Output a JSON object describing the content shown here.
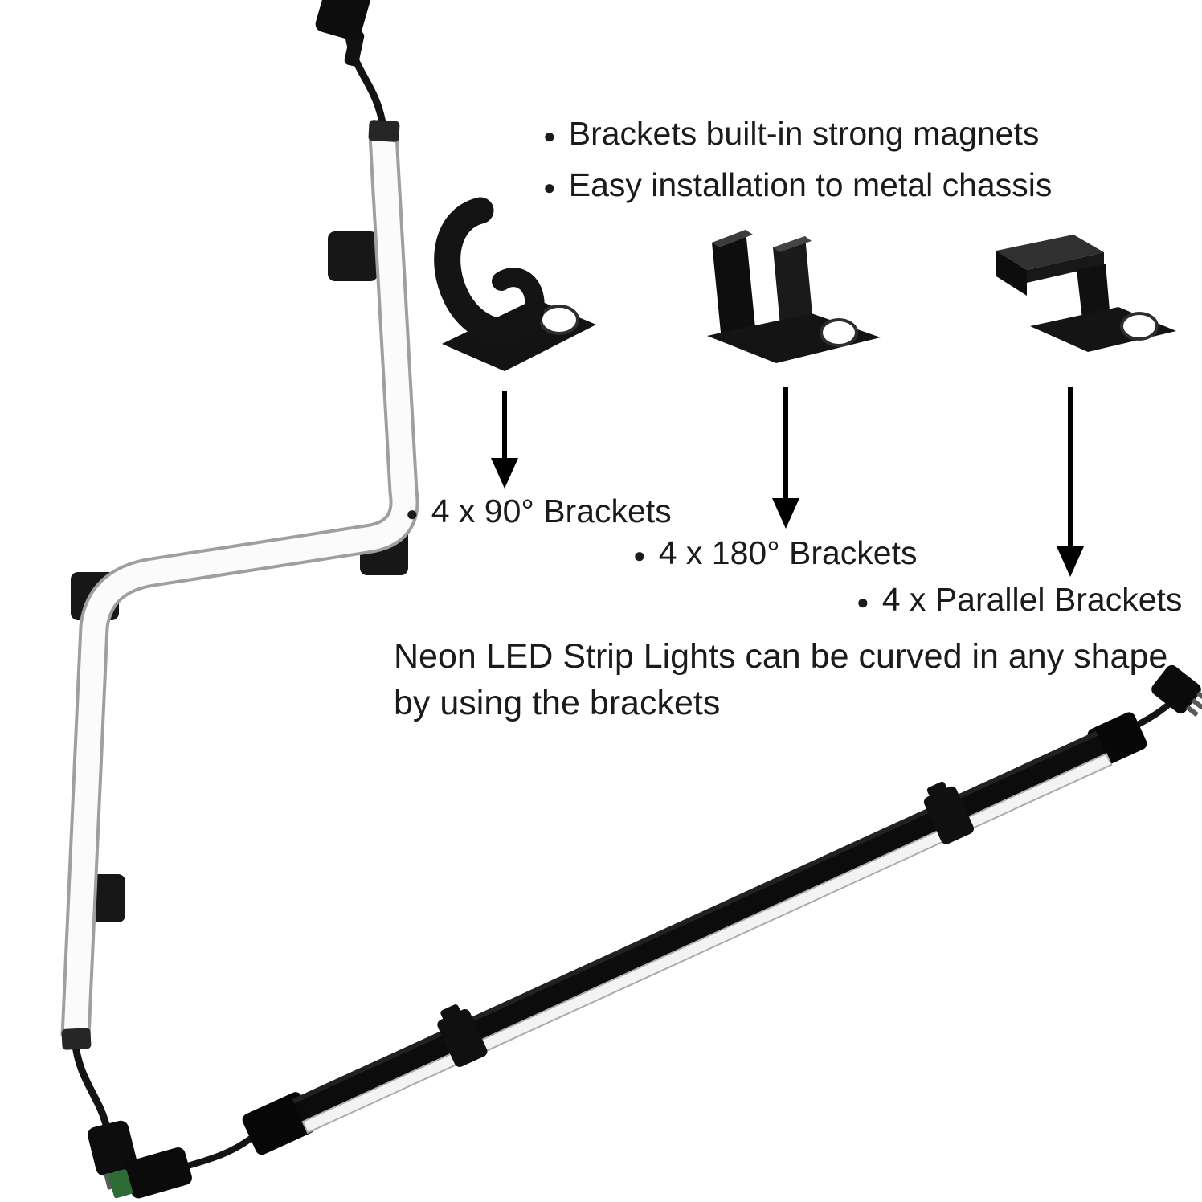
{
  "features": [
    {
      "label": "Brackets built-in strong magnets"
    },
    {
      "label": "Easy installation to metal chassis"
    }
  ],
  "brackets": [
    {
      "label": "4 x 90° Brackets"
    },
    {
      "label": "4 x 180° Brackets"
    },
    {
      "label": "4 x Parallel Brackets"
    }
  ],
  "caption": [
    "Neon LED Strip Lights can be curved in any shape",
    "by using the brackets"
  ],
  "glyphs": {
    "bullet": "●"
  },
  "colors": {
    "text": "#1b1b1b",
    "background": "#ffffff",
    "bracket_black": "#121212",
    "strip_face": "#fbfbfb"
  }
}
